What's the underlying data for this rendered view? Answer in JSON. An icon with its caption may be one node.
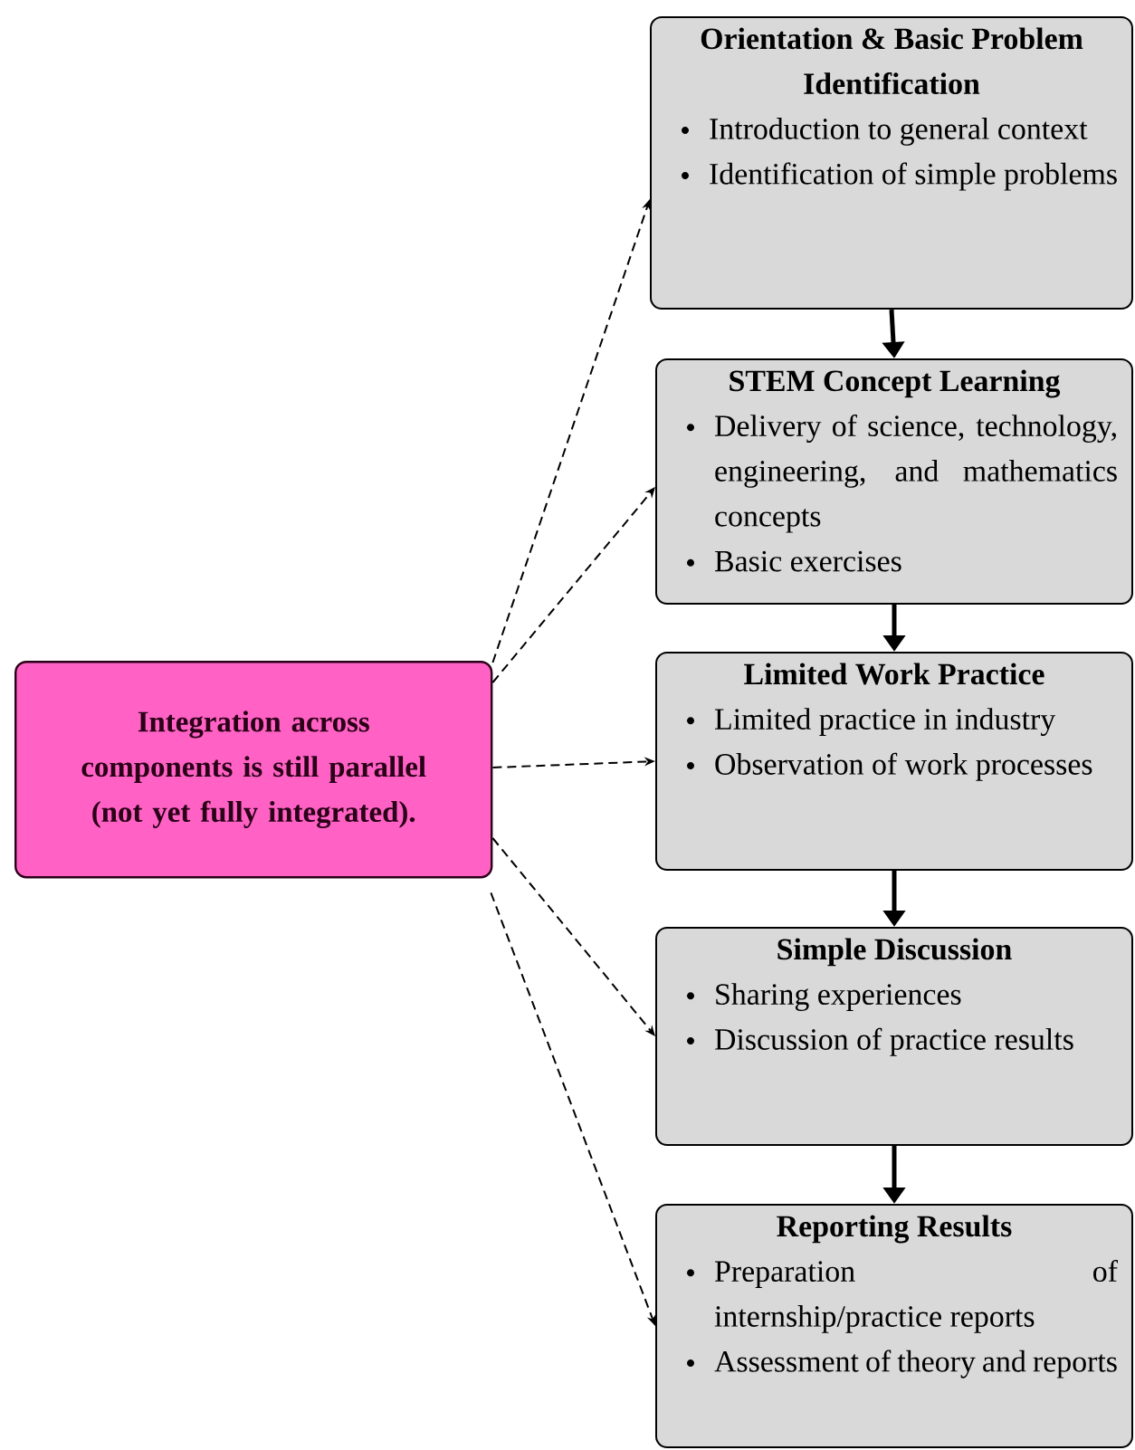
{
  "diagram": {
    "nodes": [
      {
        "text": [
          "Integration across components is still parallel (not yet fully integrated)."
        ]
      },
      {
        "text": [
          "Orientation & Basic Problem Identification",
          "Introduction to general context",
          "Identification of simple problems"
        ]
      },
      {
        "text": [
          "STEM Concept Learning",
          "Delivery of science, technology, engineering, and mathematics concepts",
          "Basic exercises"
        ]
      },
      {
        "text": [
          "Limited Work Practice",
          "Limited practice in industry",
          "Observation of work processes"
        ]
      },
      {
        "text": [
          "Simple Discussion",
          "Sharing experiences",
          "Discussion of practice results"
        ]
      },
      {
        "text": [
          "Reporting Results",
          "Preparation of internship/practice reports",
          "Assessment of theory and reports"
        ]
      }
    ],
    "edges": [
      {
        "from": 0,
        "to": 1,
        "arrow": "to",
        "style": "dashed"
      },
      {
        "from": 0,
        "to": 2,
        "arrow": "to",
        "style": "dashed"
      },
      {
        "from": 0,
        "to": 3,
        "arrow": "to",
        "style": "dashed"
      },
      {
        "from": 0,
        "to": 4,
        "arrow": "to",
        "style": "dashed"
      },
      {
        "from": 0,
        "to": 5,
        "arrow": "to",
        "style": "dashed"
      },
      {
        "from": 1,
        "to": 2,
        "arrow": "to",
        "style": "thick"
      },
      {
        "from": 2,
        "to": 3,
        "arrow": "to",
        "style": "thick"
      },
      {
        "from": 3,
        "to": 4,
        "arrow": "to",
        "style": "thick"
      },
      {
        "from": 4,
        "to": 5,
        "arrow": "to",
        "style": "thick"
      }
    ]
  }
}
